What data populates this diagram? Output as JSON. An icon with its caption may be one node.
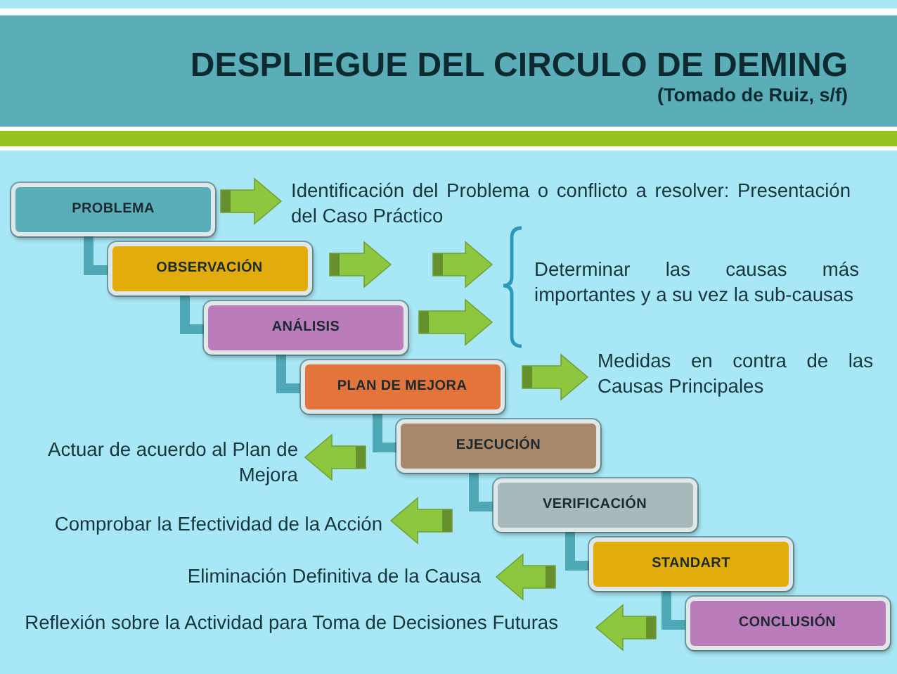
{
  "diagram": {
    "title": "DESPLIEGUE DEL CIRCULO DE DEMING",
    "nodes": [
      {
        "text": [
          "PROBLEMA"
        ]
      },
      {
        "text": [
          "OBSERVACIÓN"
        ]
      },
      {
        "text": [
          "ANÁLISIS"
        ]
      },
      {
        "text": [
          "PLAN DE MEJORA"
        ]
      },
      {
        "text": [
          "EJECUCIÓN"
        ]
      },
      {
        "text": [
          "VERIFICACIÓN"
        ]
      },
      {
        "text": [
          "STANDART"
        ]
      },
      {
        "text": [
          "CONCLUSIÓN"
        ]
      },
      {
        "text": [
          "Identificación del Problema o conflicto a resolver: Presentación del Caso Práctico"
        ]
      },
      {
        "text": [
          "Determinar las causas más importantes y a su vez la sub-causas"
        ]
      },
      {
        "text": [
          "Medidas en contra de las Causas Principales"
        ]
      },
      {
        "text": [
          "Actuar de acuerdo al Plan de Mejora"
        ]
      },
      {
        "text": [
          "Comprobar la Efectividad de la Acción"
        ]
      },
      {
        "text": [
          "Eliminación Definitiva de la Causa"
        ]
      },
      {
        "text": [
          "Reflexión sobre la Actividad para Toma de Decisiones Futuras"
        ]
      }
    ],
    "edges": [
      {
        "from": 0,
        "to": 8,
        "arrow": "to"
      },
      {
        "from": 1,
        "to": null,
        "arrow": "to"
      },
      {
        "from": null,
        "to": 9,
        "arrow": "to"
      },
      {
        "from": 2,
        "to": 9,
        "arrow": "to"
      },
      {
        "from": 3,
        "to": 10,
        "arrow": "to"
      },
      {
        "from": 4,
        "to": 11,
        "arrow": "to"
      },
      {
        "from": 5,
        "to": 12,
        "arrow": "to"
      },
      {
        "from": 6,
        "to": 13,
        "arrow": "to"
      },
      {
        "from": 7,
        "to": 14,
        "arrow": "to"
      },
      {
        "from": 0,
        "to": 1,
        "arrow": "none",
        "color": "#4ea8b6"
      },
      {
        "from": 1,
        "to": 2,
        "arrow": "none",
        "color": "#4ea8b6"
      },
      {
        "from": 2,
        "to": 3,
        "arrow": "none",
        "color": "#4ea8b6"
      },
      {
        "from": 3,
        "to": 4,
        "arrow": "none",
        "color": "#4ea8b6"
      },
      {
        "from": 4,
        "to": 5,
        "arrow": "none",
        "color": "#4ea8b6"
      },
      {
        "from": 5,
        "to": 6,
        "arrow": "none",
        "color": "#4ea8b6"
      },
      {
        "from": 6,
        "to": 7,
        "arrow": "none",
        "color": "#4ea8b6"
      }
    ],
    "labels": [
      "(Tomado de Ruiz, s/f)"
    ]
  }
}
